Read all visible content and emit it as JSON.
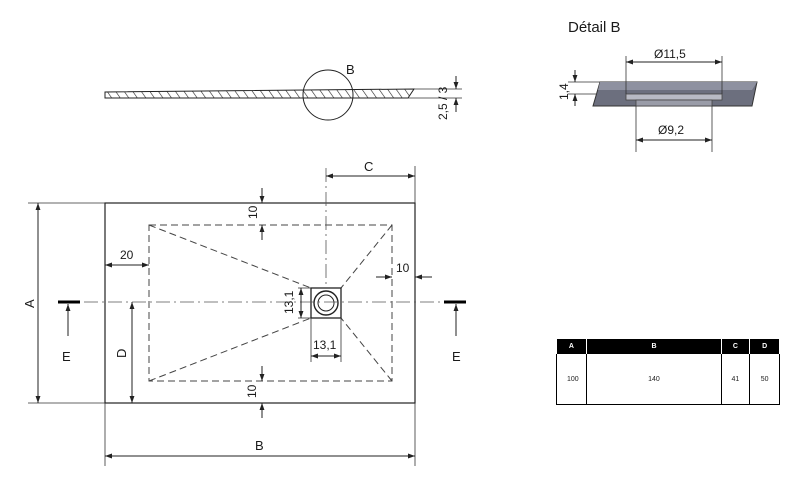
{
  "detail": {
    "title": "Détail B",
    "dim_top": "Ø11,5",
    "dim_bottom": "Ø9,2",
    "dim_height": "1,4"
  },
  "side_view": {
    "callout": "B",
    "thickness": "2,5 / 3"
  },
  "plan": {
    "label_c": "C",
    "label_a": "A",
    "label_b": "B",
    "label_d": "D",
    "section_left": "E",
    "section_right": "E",
    "dim_top_margin": "10",
    "dim_bottom_margin": "10",
    "dim_left_margin": "20",
    "dim_right_margin": "10",
    "drain_width": "13,1",
    "drain_height": "13,1"
  },
  "table": {
    "headers": [
      "A",
      "B",
      "C",
      "D"
    ],
    "rows": [
      [
        "100",
        "140",
        "41",
        "50"
      ]
    ]
  }
}
